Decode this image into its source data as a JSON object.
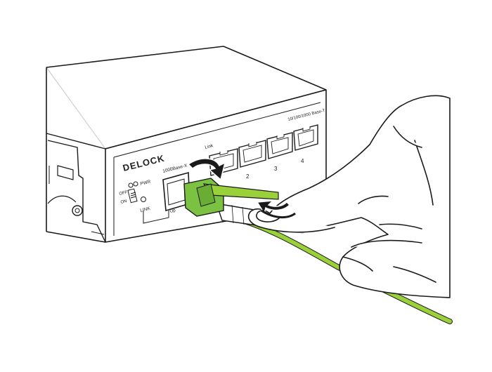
{
  "illustration": {
    "brand_logo": "DELOCK",
    "labels": {
      "link": "Link",
      "speed_top": "10/100/1000 Base-T",
      "sfp_port": "1000Base-X",
      "pwr": "PWR",
      "link_led": "LINK",
      "off": "OFF",
      "on": "ON",
      "uplink": "Up"
    },
    "port_numbers": [
      "2",
      "3",
      "4"
    ]
  },
  "colors": {
    "line": "#1a1a1a",
    "cable_green": "#9ad13b",
    "clip_green": "#7cc242",
    "outline_gray": "#cfcfcf",
    "background": "#ffffff"
  }
}
